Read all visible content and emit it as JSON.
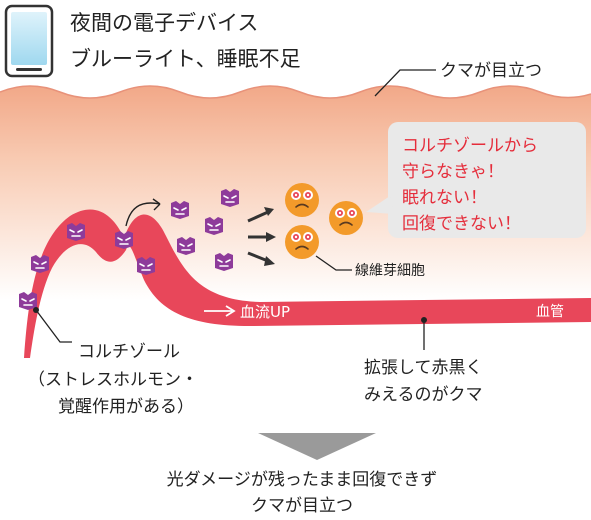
{
  "header": {
    "line1": "夜間の電子デバイス",
    "line2": "ブルーライト、睡眠不足"
  },
  "labels": {
    "kuma": "クマが目立つ",
    "fibroblast": "線維芽細胞",
    "bloodflow": "血流UP",
    "vessel": "血管",
    "cortisol_1": "コルチゾール",
    "cortisol_2": "（ストレスホルモン・",
    "cortisol_3": "覚醒作用がある）",
    "dilate_1": "拡張して赤黒く",
    "dilate_2": "みえるのがクマ"
  },
  "speech": {
    "line1": "コルチゾールから",
    "line2": "守らなきゃ！",
    "line3": "眠れない！",
    "line4": "回復できない！"
  },
  "conclusion": {
    "line1": "光ダメージが残ったまま回復できず",
    "line2": "クマが目立つ"
  },
  "colors": {
    "skin_top": "#f4b89c",
    "skin_bottom": "#ffffff",
    "vessel": "#e8475a",
    "cortisol": "#8e3b9a",
    "fibroblast": "#f39a2a",
    "speech_bg": "#e9e9e9",
    "speech_text": "#e52d3b",
    "arrow_gray": "#9a9a9a"
  },
  "icons": [
    "smartphone-icon",
    "cortisol-molecule-icon",
    "fibroblast-cell-icon",
    "down-triangle-icon"
  ]
}
